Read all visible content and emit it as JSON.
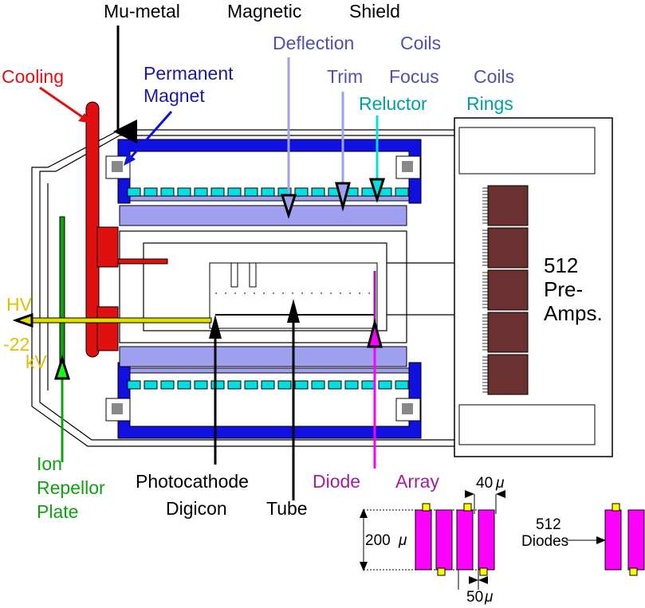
{
  "labels": {
    "shield": [
      "Mu-metal",
      "Magnetic",
      "Shield"
    ],
    "deflection": [
      "Deflection",
      "Coils"
    ],
    "trim": [
      "Trim",
      "Focus",
      "Coils"
    ],
    "reluctor": [
      "Reluctor",
      "Rings"
    ],
    "cooling": "Cooling",
    "permanent": [
      "Permanent",
      "Magnet"
    ],
    "hv": [
      "HV",
      "-22",
      "kV"
    ],
    "preamps": [
      "512",
      "Pre-",
      "Amps."
    ],
    "ion": [
      "Ion",
      "Repellor",
      "Plate"
    ],
    "photocathode": "Photocathode",
    "digicon": [
      "Digicon",
      "Tube"
    ],
    "diode": [
      "Diode",
      "Array"
    ],
    "dims": {
      "d40": "40",
      "d200": "200",
      "d50": "50",
      "micro": "μ"
    },
    "diodes": [
      "512",
      "Diodes"
    ]
  },
  "colors": {
    "cooling": "#e01010",
    "permanent": "#1a1aa0",
    "deflection": "#5050b0",
    "reluctor": "#00a0a0",
    "hv": "#e0c000",
    "ion": "#10a010",
    "diode": "#a020a0",
    "magenta": "#ff00ff",
    "blue": "#1010e0",
    "cyan": "#00e0e0",
    "lavender": "#a0a0f0",
    "chip": "#6b3030"
  }
}
